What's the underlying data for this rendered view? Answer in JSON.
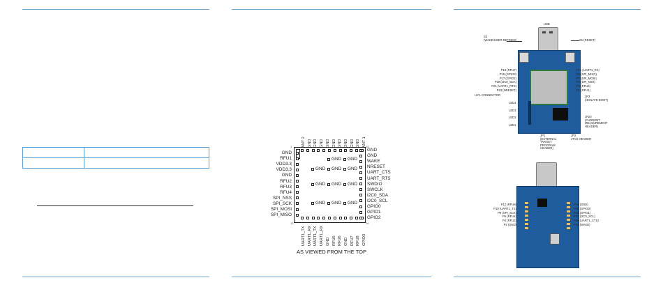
{
  "pinout": {
    "top_pins": [
      "ANT 2",
      "GND",
      "GND",
      "GND",
      "GND",
      "GND",
      "GND",
      "GND",
      "GND",
      "GND",
      "ANT 1"
    ],
    "left_pins": [
      "GND",
      "RFU1",
      "VDD3.3",
      "VDD3.3",
      "GND",
      "RFU2",
      "RFU3",
      "RFU4",
      "SPI_NSS",
      "SPI_SCK",
      "SPI_MOSI",
      "SPI_MISO"
    ],
    "right_pins": [
      "GND",
      "GND",
      "WAKE",
      "NRESET",
      "UART_CTS",
      "UART_RTS",
      "SWDIO",
      "SWCLK",
      "I2C0_SDA",
      "I2C0_SCL",
      "GPIO0",
      "GPIO1",
      "GPIO2"
    ],
    "bottom_pins": [
      "UART1_TX",
      "UART1_RX",
      "UART1_TX",
      "UART1_RX",
      "GND",
      "RFU5",
      "RFU6",
      "GND",
      "RFU7",
      "RFU8",
      "GPIO3"
    ],
    "inner_gnd": [
      "GND",
      "GND",
      "GND",
      "GND",
      "GND",
      "GND",
      "GND",
      "GND",
      "GND",
      "GND",
      "GND",
      "GND"
    ],
    "pin_numbers": {
      "tl": "1",
      "tr": "44",
      "bl": "12",
      "br": "26"
    },
    "caption": "AS VIEWED FROM THE TOP"
  },
  "board_top": {
    "usb": "USB",
    "s2": "S2\n(WAKE/USER DEFINED)",
    "s1": "S1 (RESET)",
    "left_labels": [
      "P13 (RFU7)",
      "P15 (GPIO3)",
      "P17 (GPIO2)",
      "P19 (I2C0_SDA)",
      "P21 (UART1_RTS)",
      "P23 (NRESET)"
    ],
    "right_labels": [
      "P11 (UART1_RX)",
      "P9 (SPI_MISO)",
      "P7 (SPI_MOSI)",
      "P5 (SPI_NSS)",
      "P3 (RFU3)",
      "P1 (RFU1)"
    ],
    "ufl": "U.FL CONNECTOR",
    "jp3": "JP3\n(ISOLATE BOOT)",
    "leds": [
      "LED4",
      "LED3",
      "LED2",
      "LED1"
    ],
    "jp20": "JP20\n(CURRENT\nMEASUREMENT\nHEADER)",
    "jp1": "JP1\n(EXTERNAL\nTARGET\nPROGRAM\nHEADER)",
    "jp2": "JP2\nJTAG HEADER"
  },
  "board_bottom": {
    "left_labels": [
      "P12 (RFU8)",
      "P10 (UART1_TX)",
      "P8 (SPI_SCK)",
      "P6 (RFU4)",
      "P4 (RFU2)",
      "P2 (GND)"
    ],
    "right_labels": [
      "P14 (GND)",
      "P16 (GPIO0)",
      "P18 (GPIO1)",
      "P20 (I2C0_SCL)",
      "P22 (UART1_CTS)",
      "P24 (WAKE)"
    ]
  },
  "colors": {
    "rule": "#6fa8cf",
    "board": "#1f5c9e",
    "table_border": "#5a9fd4"
  }
}
